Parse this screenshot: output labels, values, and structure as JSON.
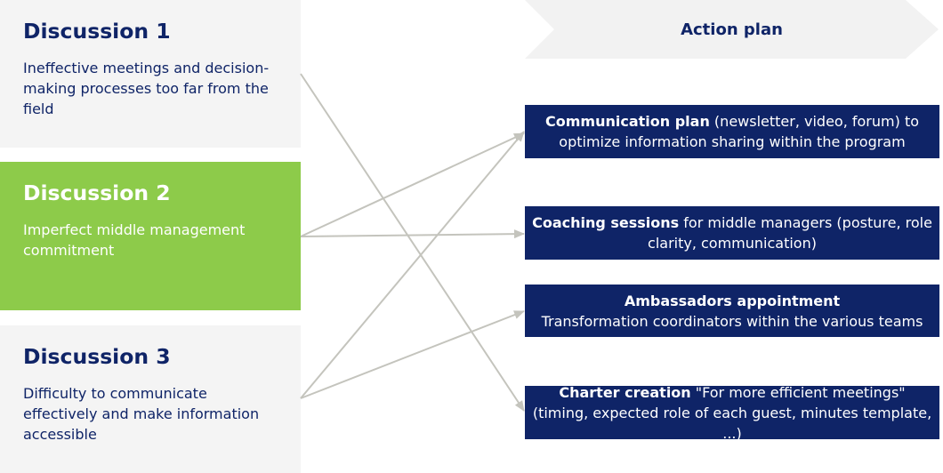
{
  "discussions": [
    {
      "title": "Discussion 1",
      "description": "Ineffective meetings and decision-making processes too far from the field"
    },
    {
      "title": "Discussion 2",
      "description": "Imperfect middle management commitment"
    },
    {
      "title": "Discussion 3",
      "description": "Difficulty to communicate effectively and make information accessible"
    }
  ],
  "action_plan": {
    "header": "Action plan",
    "items": [
      {
        "bold": "Communication plan",
        "rest": " (newsletter, video, forum) to optimize information sharing within the program"
      },
      {
        "bold": "Coaching sessions",
        "rest": " for middle managers (posture, role clarity, communication)"
      },
      {
        "bold": "Ambassadors appointment",
        "rest": "Transformation coordinators within the various teams"
      },
      {
        "bold": "Charter creation",
        "rest": " \"For more efficient meetings\" (timing, expected role of each guest, minutes template, ...)"
      }
    ]
  },
  "colors": {
    "navy": "#0f2467",
    "green": "#8dcb4a",
    "panel_gray": "#f4f4f4",
    "chevron_gray": "#f2f2f2",
    "arrow_gray": "#c4c4bd"
  }
}
